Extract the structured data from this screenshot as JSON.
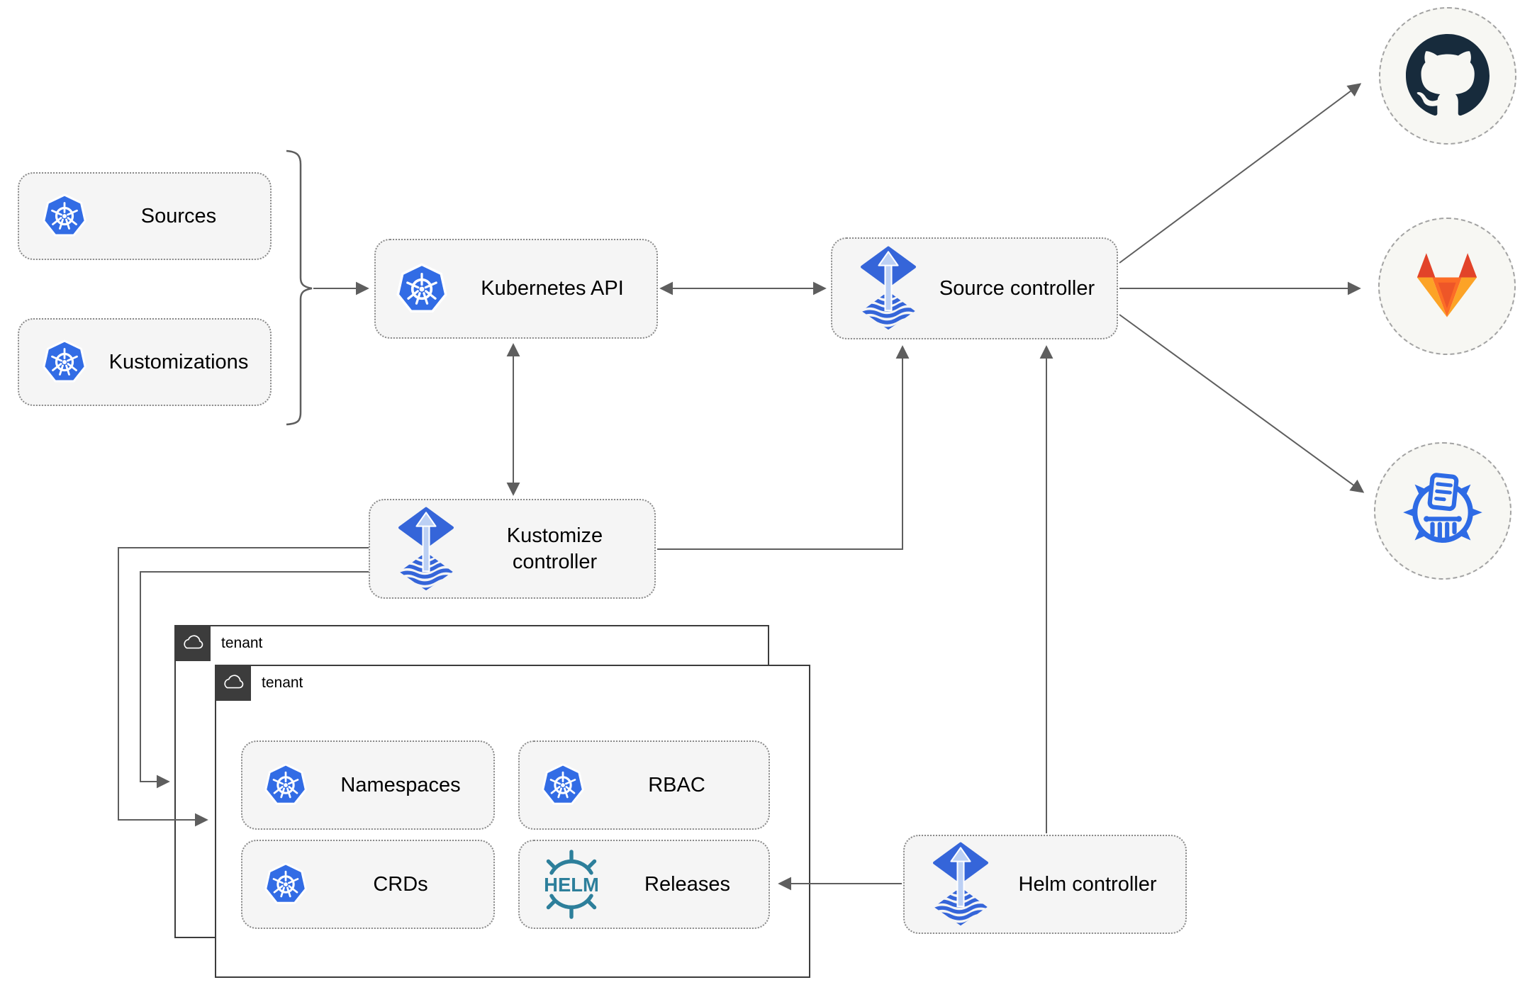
{
  "diagram": {
    "nodes": {
      "sources": {
        "label": "Sources",
        "icon": "kubernetes"
      },
      "kustomizations": {
        "label": "Kustomizations",
        "icon": "kubernetes"
      },
      "kubernetes_api": {
        "label": "Kubernetes API",
        "icon": "kubernetes"
      },
      "source_controller": {
        "label": "Source controller",
        "icon": "flux"
      },
      "kustomize_controller": {
        "label": "Kustomize controller",
        "icon": "flux"
      },
      "helm_controller": {
        "label": "Helm controller",
        "icon": "flux"
      },
      "namespaces": {
        "label": "Namespaces",
        "icon": "kubernetes"
      },
      "rbac": {
        "label": "RBAC",
        "icon": "kubernetes"
      },
      "crds": {
        "label": "CRDs",
        "icon": "kubernetes"
      },
      "releases": {
        "label": "Releases",
        "icon": "helm"
      }
    },
    "groups": {
      "tenant_back": {
        "label": "tenant",
        "icon": "cloud"
      },
      "tenant_front": {
        "label": "tenant",
        "icon": "cloud"
      }
    },
    "endpoints": {
      "github": {
        "icon": "github-icon"
      },
      "gitlab": {
        "icon": "gitlab-icon"
      },
      "harbor": {
        "icon": "harbor-icon"
      }
    },
    "helm_logo_text": "HELM",
    "edges": [
      {
        "from": "sources+kustomizations",
        "to": "kubernetes_api",
        "style": "arrow"
      },
      {
        "from": "kubernetes_api",
        "to": "source_controller",
        "style": "double-arrow"
      },
      {
        "from": "kubernetes_api",
        "to": "kustomize_controller",
        "style": "double-arrow"
      },
      {
        "from": "kustomize_controller",
        "to": "source_controller",
        "style": "arrow"
      },
      {
        "from": "helm_controller",
        "to": "source_controller",
        "style": "arrow"
      },
      {
        "from": "helm_controller",
        "to": "releases",
        "style": "arrow"
      },
      {
        "from": "kustomize_controller",
        "to": "tenant_front",
        "style": "arrow"
      },
      {
        "from": "kustomize_controller",
        "to": "tenant_back",
        "style": "arrow"
      },
      {
        "from": "source_controller",
        "to": "github",
        "style": "arrow"
      },
      {
        "from": "source_controller",
        "to": "gitlab",
        "style": "arrow"
      },
      {
        "from": "source_controller",
        "to": "harbor",
        "style": "arrow"
      }
    ],
    "colors": {
      "kubernetes_blue": "#326ce5",
      "flux_blue": "#3565d9",
      "flux_arrow_light": "#bcd0f4",
      "helm_teal": "#2d7f9b",
      "github_navy": "#172b3c",
      "gitlab_dark_orange": "#e24329",
      "gitlab_orange": "#fc6d26",
      "gitlab_yellow": "#fca326",
      "harbor_blue": "#2e6be5",
      "line_gray": "#5e5e5e",
      "node_fill": "#f5f5f5",
      "node_border": "#8a8a8a",
      "tenant_dark": "#3c3c3c",
      "endpoint_fill": "#f7f7f3"
    }
  }
}
